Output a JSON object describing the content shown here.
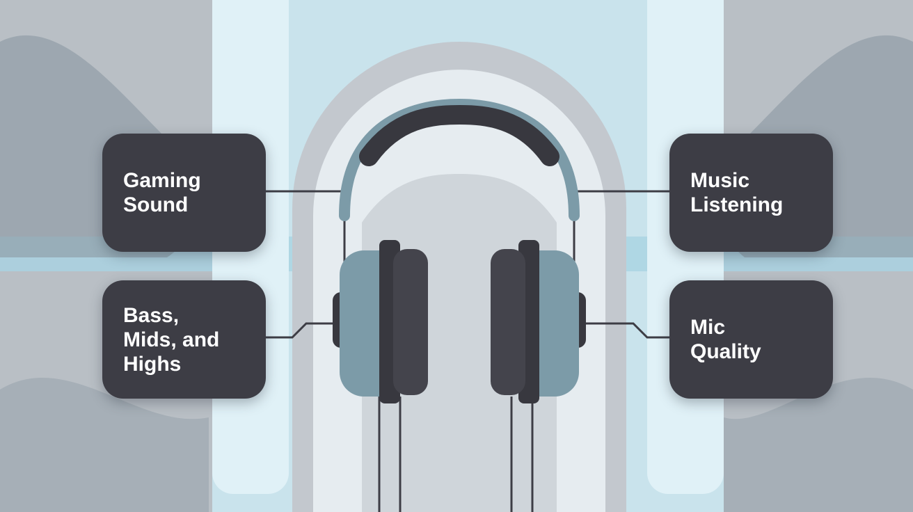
{
  "labels": {
    "gaming": "Gaming\nSound",
    "bass": "Bass,\nMids, and\nHighs",
    "music": "Music\nListening",
    "mic": "Mic\nQuality"
  },
  "colors": {
    "box": "#3d3d45",
    "cup": "#7c9ba8",
    "headband": "#38383f",
    "panel_gray": "#b8bec4",
    "panel_light": "#e0f1f7"
  },
  "icons": [
    "headphones-icon"
  ]
}
